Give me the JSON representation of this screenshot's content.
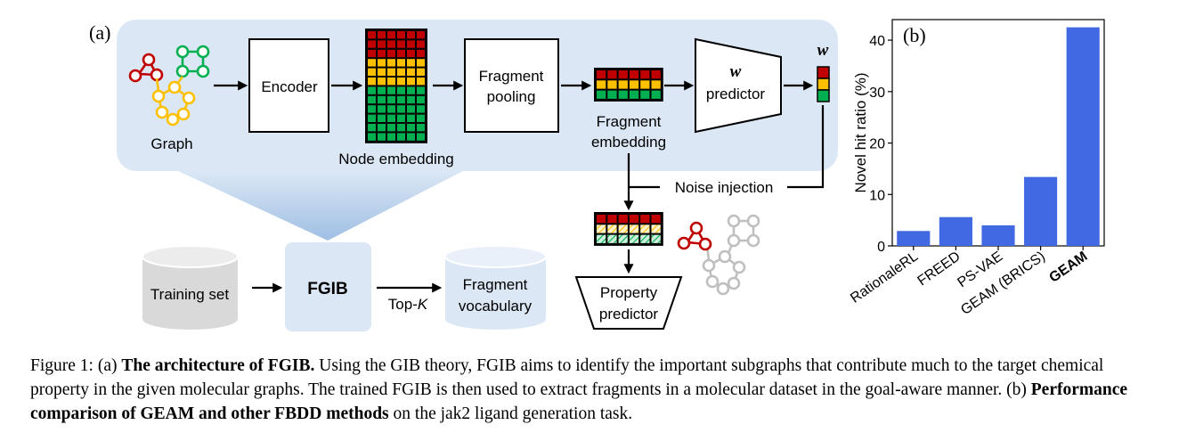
{
  "panel_a": {
    "label": "(a)",
    "graph_label": "Graph",
    "encoder_label": "Encoder",
    "node_embedding_label": "Node embedding",
    "fragment_pooling_line1": "Fragment",
    "fragment_pooling_line2": "pooling",
    "fragment_embedding_line1": "Fragment",
    "fragment_embedding_line2": "embedding",
    "w_predictor_symbol": "w",
    "w_predictor_label": "predictor",
    "w_output_symbol": "w",
    "noise_injection_label": "Noise injection",
    "property_predictor_line1": "Property",
    "property_predictor_line2": "predictor",
    "training_set_label": "Training set",
    "fgib_label": "FGIB",
    "topk_prefix": "Top-",
    "topk_symbol": "K",
    "vocab_line1": "Fragment",
    "vocab_line2": "vocabulary",
    "colors": {
      "panel_bg": "#dbe7f5",
      "red": "#c00000",
      "yellow": "#ffc000",
      "green": "#00b050",
      "cylinder": "#d9d9d9",
      "vocab_cylinder": "#dbe7f5",
      "gray_graph": "#bfbfbf"
    }
  },
  "panel_b": {
    "label": "(b)",
    "chart_data": {
      "type": "bar",
      "categories": [
        "RationaleRL",
        "FREED",
        "PS-VAE",
        "GEAM (BRICS)",
        "GEAM"
      ],
      "values": [
        2.9,
        5.6,
        4.0,
        13.4,
        42.5
      ],
      "ylabel": "Novel hit ratio (%)",
      "yticks": [
        0,
        10,
        20,
        30,
        40
      ],
      "ylim": [
        0,
        44
      ],
      "bar_color": "#4169e1",
      "bold_category": "GEAM"
    }
  },
  "caption": {
    "prefix": "Figure 1: (a) ",
    "bold1": "The architecture of FGIB.",
    "text1": " Using the GIB theory, FGIB aims to identify the important subgraphs that contribute much to the target chemical property in the given molecular graphs. The trained FGIB is then used to extract fragments in a molecular dataset in the goal-aware manner. (b) ",
    "bold2": "Performance comparison of GEAM and other FBDD methods",
    "text2": " on the jak2 ligand generation task."
  }
}
